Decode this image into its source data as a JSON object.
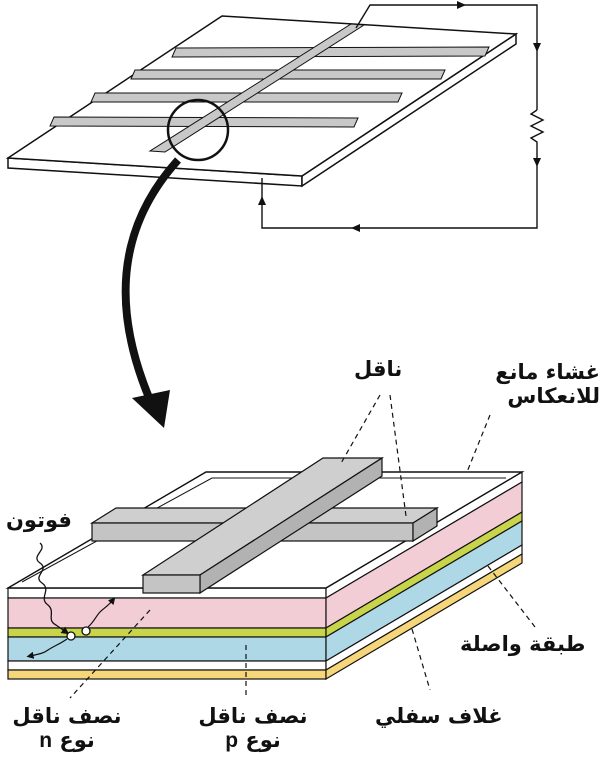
{
  "labels": {
    "conductor": "ناقل",
    "antireflective": "غشاء مانع\nللانعكاس",
    "photon": "فوتون",
    "connecting_layer": "طبقة واصلة",
    "bottom_cover": "غلاف سفلي",
    "p_type_line1": "نصف ناقل",
    "p_type_line2_prefix": "نوع ",
    "p_type_letter": "p",
    "n_type_line1": "نصف ناقل",
    "n_type_line2_prefix": "نوع ",
    "n_type_letter": "n"
  },
  "colors": {
    "grid_fill": "#c8c8c8",
    "layer_pink": "#f2cdd6",
    "layer_yellow_green": "#c8d44a",
    "layer_blue": "#aed8e6",
    "layer_base_yellow": "#f5d67a",
    "stroke": "#111111",
    "arrow": "#111111"
  }
}
